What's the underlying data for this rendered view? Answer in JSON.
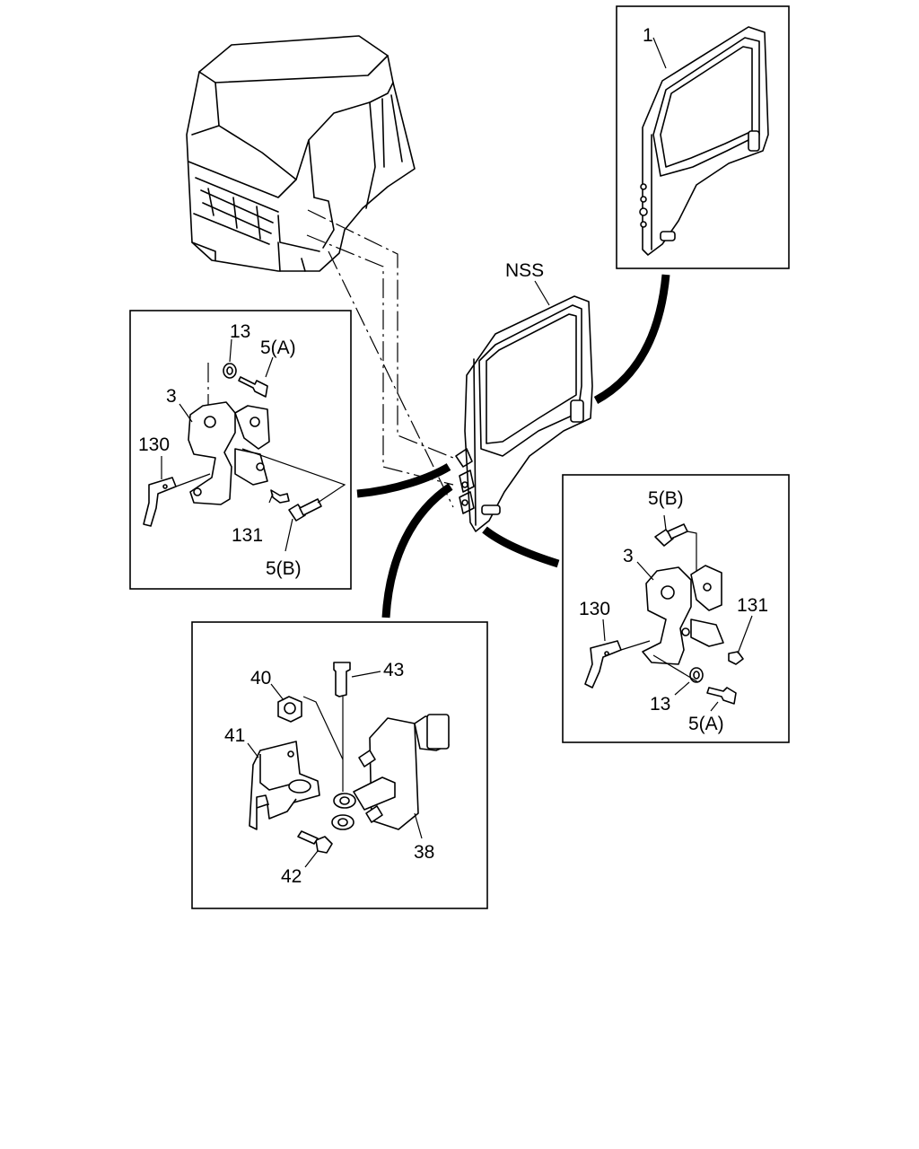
{
  "labels": {
    "door_part": "1",
    "door_side": "NSS",
    "left_detail": {
      "washer": "13",
      "bolt_a": "5(A)",
      "hinge": "3",
      "shim": "130",
      "pin": "131",
      "bolt_b": "5(B)"
    },
    "right_detail": {
      "bolt_b": "5(B)",
      "hinge": "3",
      "shim": "130",
      "pin": "131",
      "washer": "13",
      "bolt_a": "5(A)"
    },
    "check_detail": {
      "nut": "40",
      "pin": "43",
      "bracket": "41",
      "bolt": "42",
      "door_check": "38"
    }
  }
}
